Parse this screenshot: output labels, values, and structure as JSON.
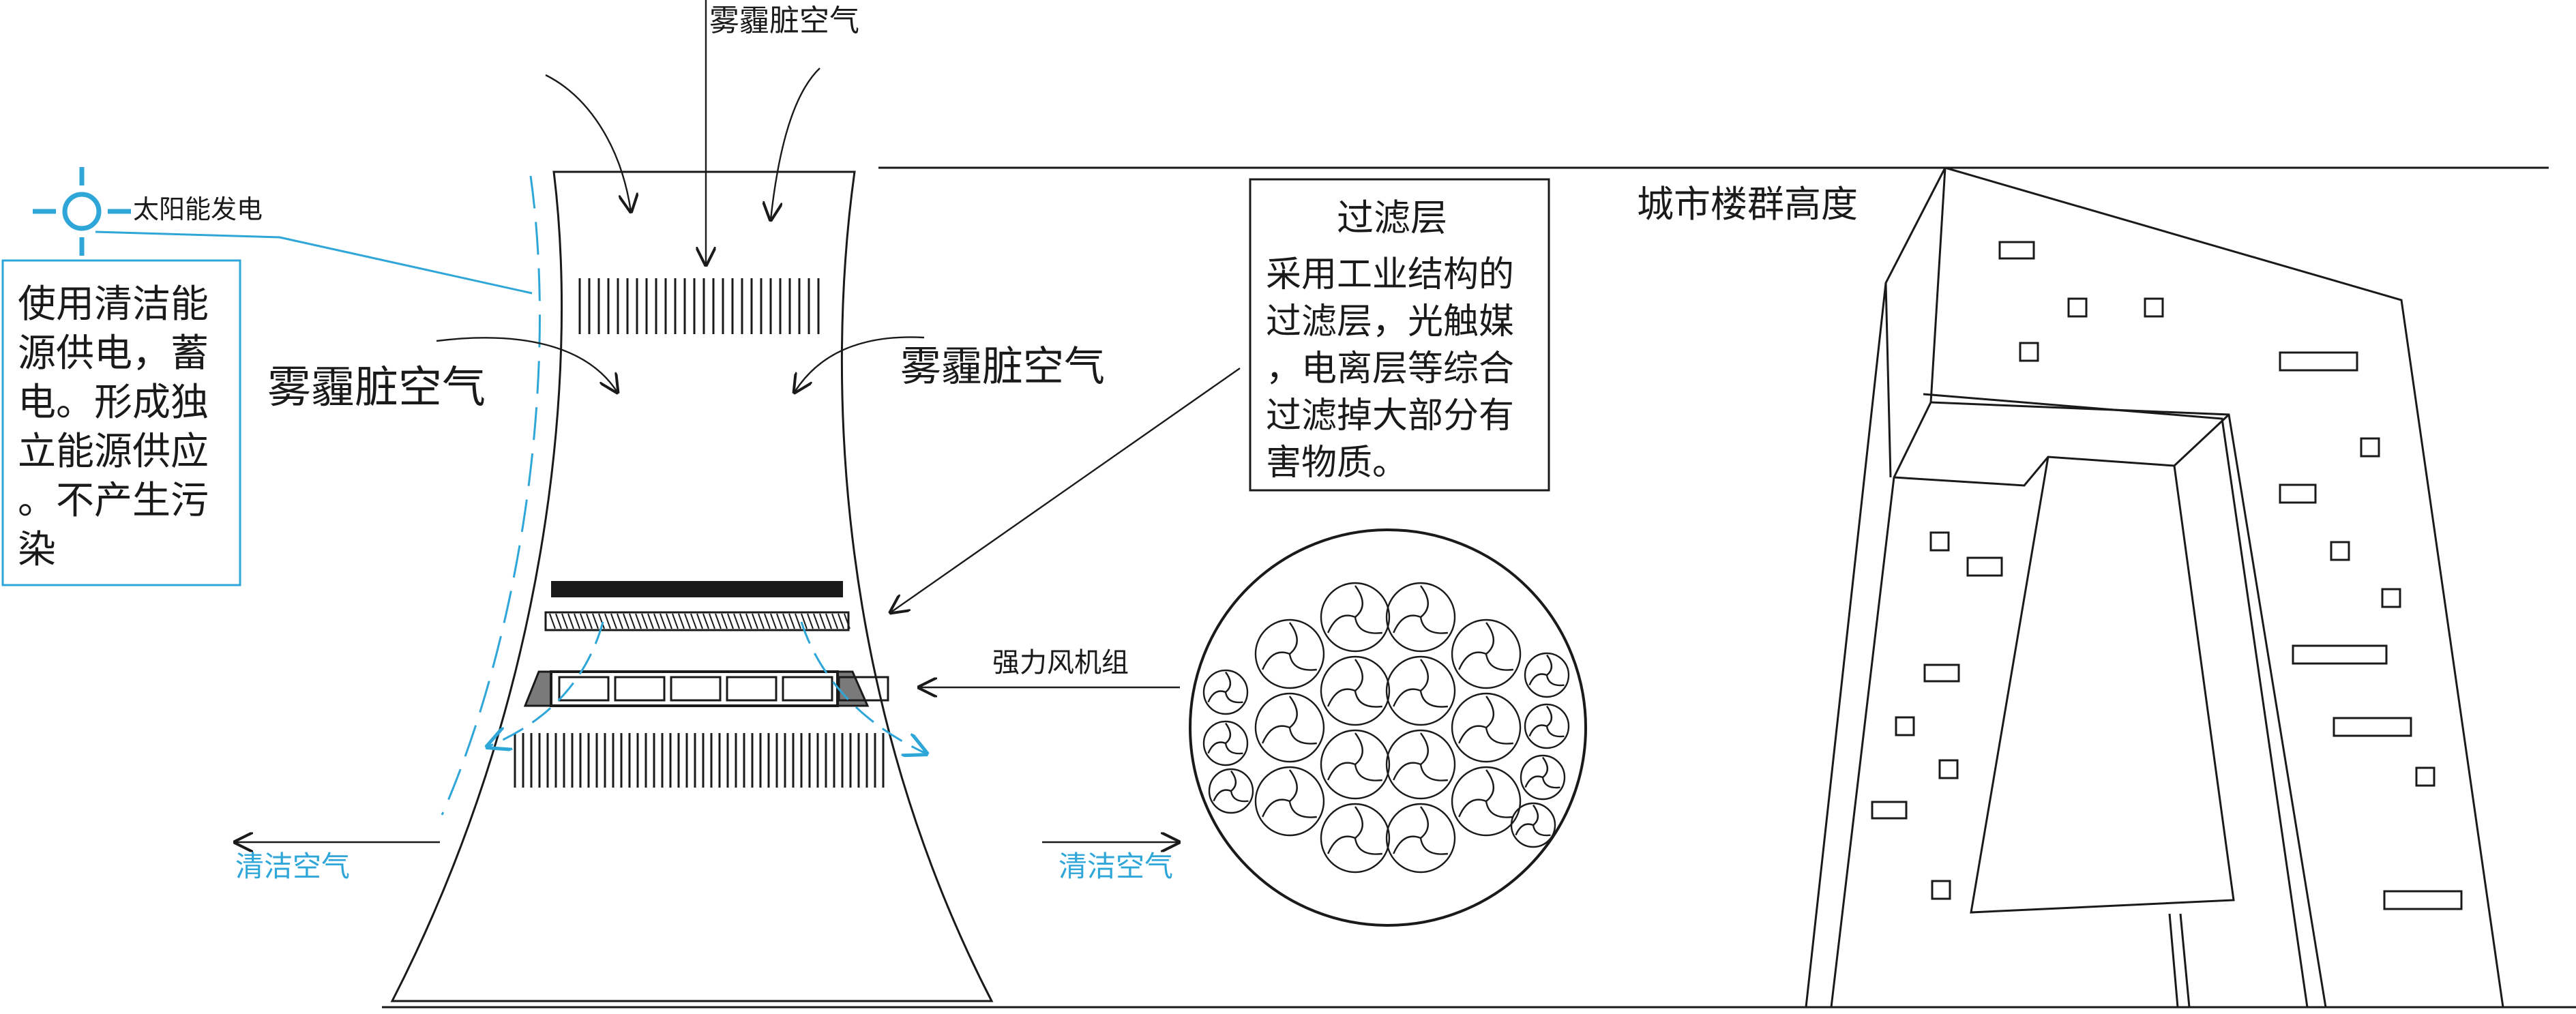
{
  "labels": {
    "smog_top": "雾霾脏空气",
    "smog_left": "雾霾脏空气",
    "smog_right": "雾霾脏空气",
    "solar": "太阳能发电",
    "clean_left": "清洁空气",
    "clean_right": "清洁空气",
    "fan_group": "强力风机组",
    "city_height": "城市楼群高度"
  },
  "energy_box": {
    "lines": [
      "使用清洁能",
      "源供电，蓄",
      "电。形成独",
      "立能源供应",
      "。不产生污",
      "染"
    ]
  },
  "filter_box": {
    "title": "过滤层",
    "lines": [
      "采用工业结构的",
      "过滤层，光触媒",
      "，电离层等综合",
      "过滤掉大部分有",
      "害物质。"
    ]
  },
  "colors": {
    "ink": "#1a1a1a",
    "accent_blue": "#2ea6d8",
    "gray_fill": "#7a7a7a"
  },
  "icons": {
    "sun": "sun-icon",
    "fan": "fan-blade-icon",
    "arrow": "arrow-icon"
  }
}
